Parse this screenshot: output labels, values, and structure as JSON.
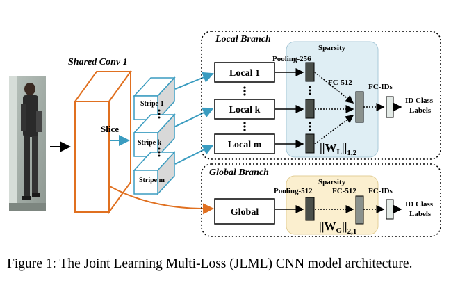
{
  "shared_conv_label": "Shared Conv 1",
  "slice_label": "Slice",
  "stripes": [
    "Stripe 1",
    "Stripe k",
    "Stripe m"
  ],
  "local_branch": {
    "title": "Local Branch",
    "sparsity": "Sparsity",
    "pooling": "Pooling-256",
    "fc": "FC-512",
    "fc_ids": "FC-IDs",
    "blocks": [
      "Local 1",
      "Local k",
      "Local m"
    ],
    "norm_base": "||W",
    "norm_sub": "L",
    "norm_tail": "||",
    "norm_index": "1,2",
    "output_line1": "ID Class",
    "output_line2": "Labels"
  },
  "global_branch": {
    "title": "Global Branch",
    "sparsity": "Sparsity",
    "pooling": "Pooling-512",
    "fc": "FC-512",
    "fc_ids": "FC-IDs",
    "block": "Global",
    "norm_base": "||W",
    "norm_sub": "G",
    "norm_tail": "||",
    "norm_index": "2,1",
    "output_line1": "ID Class",
    "output_line2": "Labels"
  },
  "caption": "Figure 1: The Joint Learning Multi-Loss (JLML) CNN model architecture."
}
